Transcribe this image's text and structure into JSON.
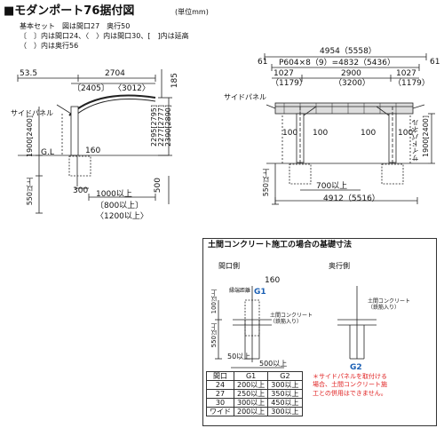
{
  "title": "■モダンポート76据付図",
  "title_unit": "(単位mm)",
  "legend": {
    "line1": "基本セット　図は間口27　奥行50",
    "line2": "〔　〕内は間口24、〈　〉内は間口30、[　]内は延高",
    "line3": "（　）内は奥行56"
  },
  "side_view": {
    "top_53_5": "53.5",
    "top_2704": "2704",
    "top_2405": "〔2405〕",
    "top_3012": "〈3012〉",
    "label_panel": "サイドパネル",
    "dim_185": "185",
    "dim_1900": "1900[2400]",
    "dim_heights": "2295[2795]\n2277[2777]\n2390[2890]",
    "gl": "G.L",
    "dim_160": "160",
    "dim_300": "300",
    "dim_550": "550以上",
    "dim_500": "500",
    "dim_1000": "1000以上",
    "dim_800": "〔800以上〕",
    "dim_1200": "〈1200以上〉"
  },
  "front_view": {
    "total": "4954（5558）",
    "dim_61_left": "61",
    "dim_61_right": "61",
    "pitch": "P604×8（9）=4832（5436）",
    "dim_1027_l": "1027",
    "dim_1179_l": "（1179）",
    "dim_2900": "2900",
    "dim_3200": "（3200）",
    "dim_1027_r": "1027",
    "dim_1179_r": "（1179）",
    "label_panel": "サイドパネル",
    "label_panel_v": "サイドパネル",
    "dim_100_1": "100",
    "dim_100_2": "100",
    "dim_100_3": "100",
    "dim_100_4": "100",
    "dim_1900": "1900[2400]",
    "dim_550": "550以上",
    "dim_700": "700以上",
    "dim_4912": "4912（5516）"
  },
  "foundation": {
    "title": "土間コンクリート施工の場合の基礎寸法",
    "front_label": "間口側",
    "depth_label": "奥行側",
    "dim_160": "160",
    "label_distance": "縁端距離",
    "g1": "G1",
    "dim_100": "100以上",
    "dim_550": "550以上",
    "label_concrete_l": "土間コンクリート\n（鉄筋入り）",
    "dim_50": "50以上",
    "dim_500": "500以上",
    "label_concrete_r": "土間コンクリート\n（鉄筋入り）",
    "g2": "G2",
    "note": "＊サイドパネルを取付ける\n場合、土間コンクリート施\n工との併用はできません。"
  },
  "spec_table": {
    "headers": [
      "間口",
      "G1",
      "G2"
    ],
    "rows": [
      [
        "24",
        "200以上",
        "300以上"
      ],
      [
        "27",
        "250以上",
        "350以上"
      ],
      [
        "30",
        "300以上",
        "450以上"
      ],
      [
        "ワイド",
        "200以上",
        "300以上"
      ]
    ]
  },
  "colors": {
    "accent": "#1a5fb4",
    "red": "#e02020",
    "line": "#222222"
  }
}
